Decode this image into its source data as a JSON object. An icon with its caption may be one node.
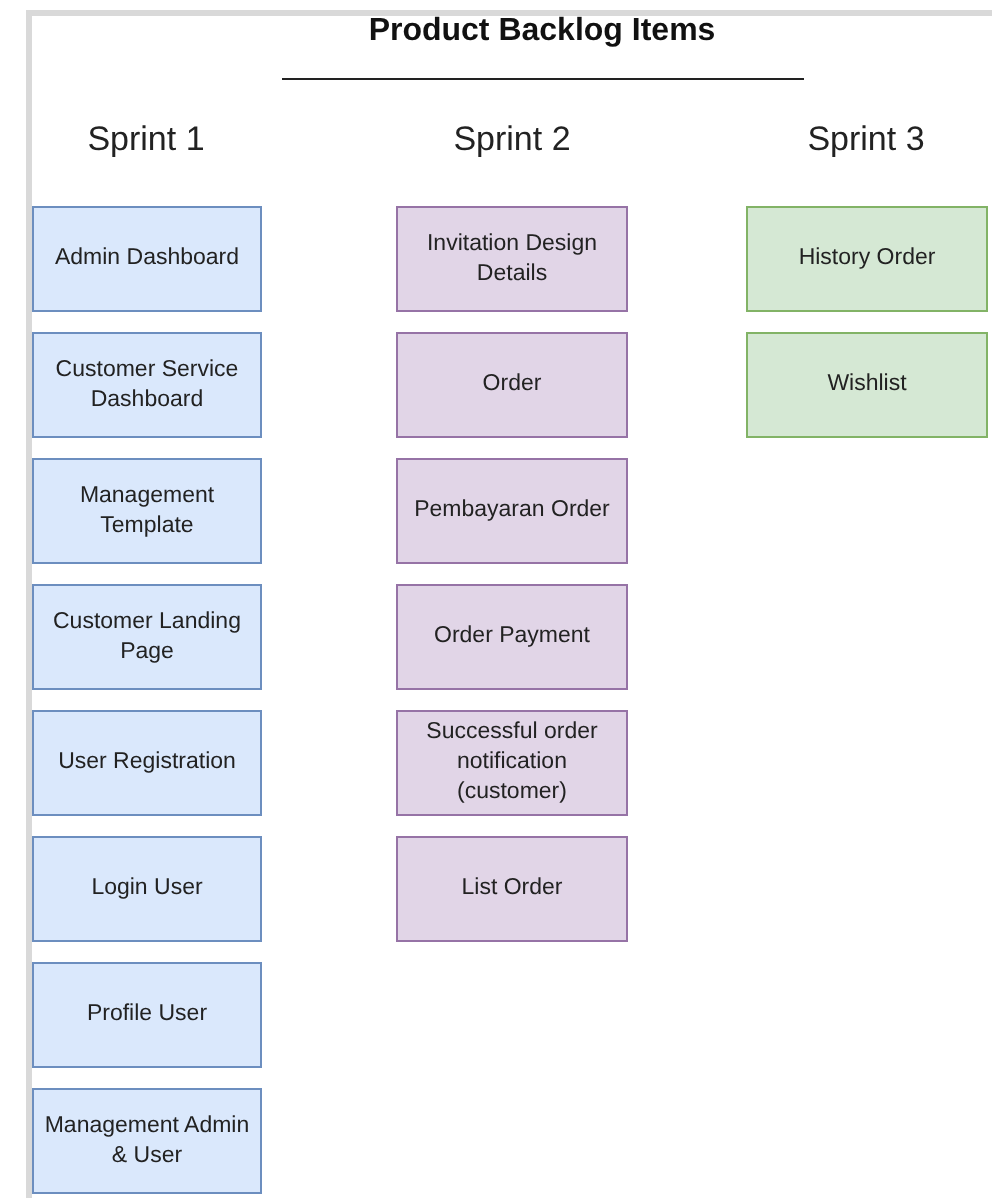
{
  "diagram": {
    "title": "Product Backlog Items",
    "nodes": [
      {
        "text": [
          "Admin Dashboard"
        ]
      },
      {
        "text": [
          "Customer Service Dashboard"
        ]
      },
      {
        "text": [
          "Management Template"
        ]
      },
      {
        "text": [
          "Customer  Landing Page"
        ]
      },
      {
        "text": [
          "User Registration"
        ]
      },
      {
        "text": [
          "Login User"
        ]
      },
      {
        "text": [
          "Profile User"
        ]
      },
      {
        "text": [
          "Management Admin & User"
        ]
      },
      {
        "text": [
          "Invitation Design Details"
        ]
      },
      {
        "text": [
          "Order"
        ]
      },
      {
        "text": [
          "Pembayaran Order"
        ]
      },
      {
        "text": [
          "Order Payment"
        ]
      },
      {
        "text": [
          "Successful order notification (customer)"
        ]
      },
      {
        "text": [
          "List Order"
        ]
      },
      {
        "text": [
          "History Order"
        ]
      },
      {
        "text": [
          "Wishlist"
        ]
      }
    ],
    "labels": [
      "Sprint 1",
      "Sprint 2",
      "Sprint 3"
    ]
  }
}
